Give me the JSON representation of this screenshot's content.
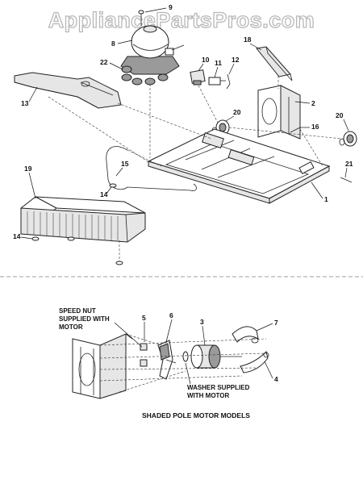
{
  "watermark": "AppliancePartsPros.com",
  "callouts": {
    "c9": "9",
    "c8": "8",
    "c22": "22",
    "c10": "10",
    "c11": "11",
    "c12": "12",
    "c18": "18",
    "c13": "13",
    "c20a": "20",
    "c2": "2",
    "c16": "16",
    "c20b": "20",
    "c19": "19",
    "c15": "15",
    "c14a": "14",
    "c21": "21",
    "c1": "1",
    "c14b": "14",
    "c5": "5",
    "c6": "6",
    "c3": "3",
    "c7": "7",
    "c4": "4"
  },
  "notes": {
    "speed_nut": [
      "SPEED NUT",
      "SUPPLIED WITH",
      "MOTOR"
    ],
    "washer": [
      "WASHER SUPPLIED",
      "WITH MOTOR"
    ]
  },
  "caption": "SHADED POLE MOTOR MODELS"
}
